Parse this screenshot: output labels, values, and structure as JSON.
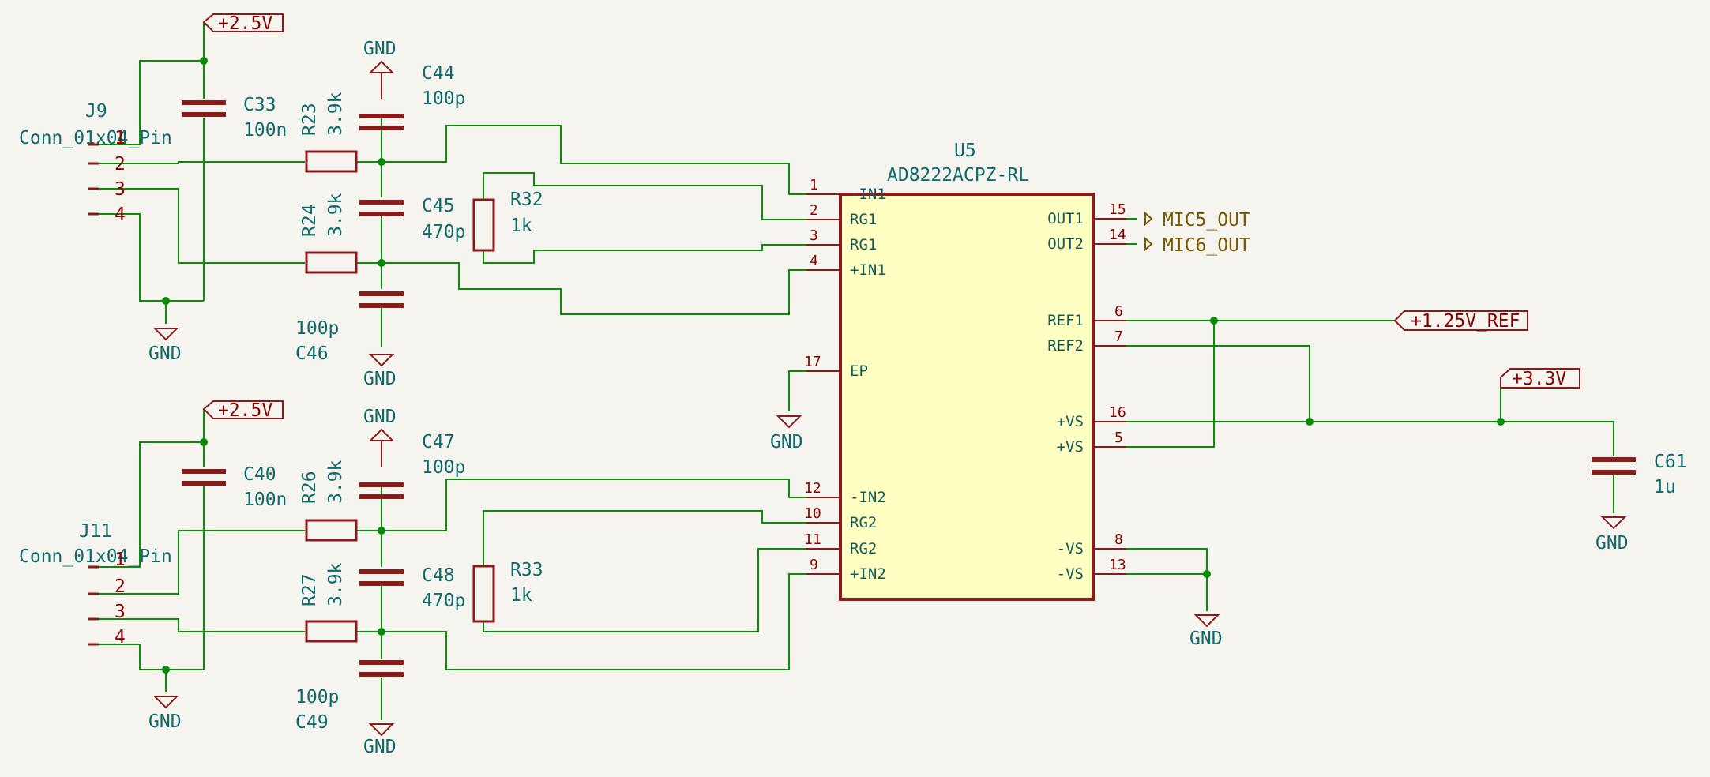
{
  "power": {
    "p25": "+2.5V",
    "p33": "+3.3V",
    "ref": "+1.25V_REF",
    "gnd": "GND"
  },
  "connectors": [
    {
      "ref": "J9",
      "value": "Conn_01x04_Pin",
      "pins": [
        "1",
        "2",
        "3",
        "4"
      ]
    },
    {
      "ref": "J11",
      "value": "Conn_01x04_Pin",
      "pins": [
        "1",
        "2",
        "3",
        "4"
      ]
    }
  ],
  "parts": {
    "C33": {
      "ref": "C33",
      "value": "100n"
    },
    "C40": {
      "ref": "C40",
      "value": "100n"
    },
    "R23": {
      "ref": "R23",
      "value": "3.9k"
    },
    "R24": {
      "ref": "R24",
      "value": "3.9k"
    },
    "R26": {
      "ref": "R26",
      "value": "3.9k"
    },
    "R27": {
      "ref": "R27",
      "value": "3.9k"
    },
    "C44": {
      "ref": "C44",
      "value": "100p"
    },
    "C45": {
      "ref": "C45",
      "value": "470p"
    },
    "C46": {
      "ref": "C46",
      "value": "100p"
    },
    "C47": {
      "ref": "C47",
      "value": "100p"
    },
    "C48": {
      "ref": "C48",
      "value": "470p"
    },
    "C49": {
      "ref": "C49",
      "value": "100p"
    },
    "R32": {
      "ref": "R32",
      "value": "1k"
    },
    "R33": {
      "ref": "R33",
      "value": "1k"
    },
    "C61": {
      "ref": "C61",
      "value": "1u"
    }
  },
  "ic": {
    "ref": "U5",
    "value": "AD8222ACPZ-RL",
    "pins_left": [
      {
        "num": "1",
        "name": "-IN1"
      },
      {
        "num": "2",
        "name": "RG1"
      },
      {
        "num": "3",
        "name": "RG1"
      },
      {
        "num": "4",
        "name": "+IN1"
      },
      {
        "num": "17",
        "name": "EP"
      },
      {
        "num": "12",
        "name": "-IN2"
      },
      {
        "num": "10",
        "name": "RG2"
      },
      {
        "num": "11",
        "name": "RG2"
      },
      {
        "num": "9",
        "name": "+IN2"
      }
    ],
    "pins_right": [
      {
        "num": "15",
        "name": "OUT1"
      },
      {
        "num": "14",
        "name": "OUT2"
      },
      {
        "num": "6",
        "name": "REF1"
      },
      {
        "num": "7",
        "name": "REF2"
      },
      {
        "num": "16",
        "name": "+VS"
      },
      {
        "num": "5",
        "name": "+VS"
      },
      {
        "num": "8",
        "name": "-VS"
      },
      {
        "num": "13",
        "name": "-VS"
      }
    ]
  },
  "outputs": [
    "MIC5_OUT",
    "MIC6_OUT"
  ],
  "colors": {
    "background": "#f5f4ef",
    "wire": "#0a8c0a",
    "component": "#8b1a1a",
    "ic_body": "#ffffc2",
    "text": "#0f6b6b"
  }
}
